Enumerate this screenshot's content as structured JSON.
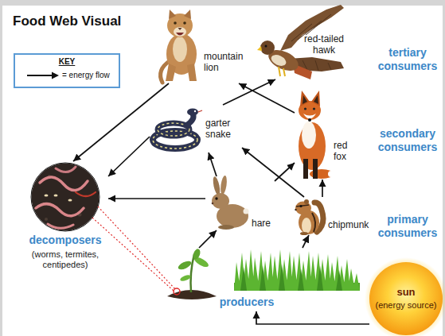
{
  "diagram": {
    "title": "Food Web Visual",
    "nodes": [
      {
        "text": [
          "mountain lion"
        ]
      },
      {
        "text": [
          "red-tailed hawk"
        ]
      },
      {
        "text": [
          "garter snake"
        ]
      },
      {
        "text": [
          "red fox"
        ]
      },
      {
        "text": [
          "decomposers",
          "(worms, termites, centipedes)"
        ]
      },
      {
        "text": [
          "hare"
        ]
      },
      {
        "text": [
          "chipmunk"
        ]
      },
      {
        "text": [
          "producers"
        ]
      },
      {
        "text": [
          "sun",
          "(energy source)"
        ]
      }
    ],
    "edges": [
      {
        "from": 0,
        "to": 4,
        "arrow": "to"
      },
      {
        "from": 2,
        "to": 4,
        "arrow": "to"
      },
      {
        "from": 2,
        "to": 1,
        "arrow": "to"
      },
      {
        "from": 3,
        "to": 0,
        "arrow": "to"
      },
      {
        "from": 5,
        "to": 4,
        "arrow": "to"
      },
      {
        "from": 5,
        "to": 2,
        "arrow": "to"
      },
      {
        "from": 5,
        "to": 3,
        "arrow": "to"
      },
      {
        "from": 6,
        "to": 2,
        "arrow": "to"
      },
      {
        "from": 6,
        "to": 3,
        "arrow": "to"
      },
      {
        "from": 7,
        "to": 5,
        "arrow": "to"
      },
      {
        "from": 7,
        "to": 6,
        "arrow": "to"
      },
      {
        "from": 8,
        "to": 7,
        "arrow": "to"
      }
    ],
    "labels": [
      "KEY",
      "tertiary consumers",
      "secondary consumers",
      "primary consumers"
    ],
    "legend": [
      {
        "text": "= energy flow"
      }
    ]
  }
}
